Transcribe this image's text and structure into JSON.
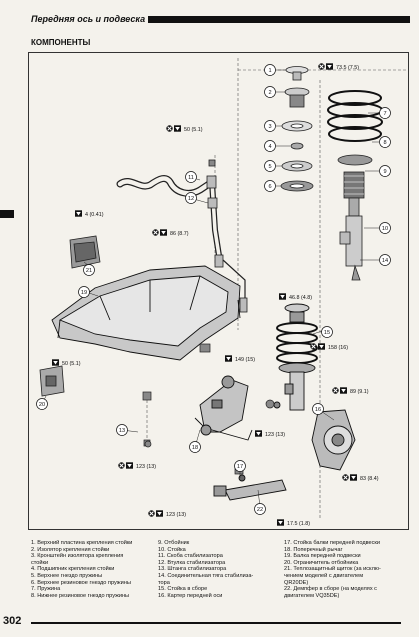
{
  "header": {
    "title": "Передняя ось и подвеска"
  },
  "section": {
    "title": "КОМПОНЕНТЫ"
  },
  "torques": {
    "t1": "73.5 (7.5)",
    "t2": "50 (5.1)",
    "t3": "4 (0.41)",
    "t4": "86 (8.7)",
    "t5": "46.8 (4.8)",
    "t6": "158 (16)",
    "t7": "50 (5.1)",
    "t8": "149 (15)",
    "t9": "89 (9.1)",
    "t10": "123 (13)",
    "t11": "123 (13)",
    "t12": "83 (8.4)",
    "t13": "123 (13)",
    "t14": "17.5 (1.8)"
  },
  "callouts": {
    "c1": "1",
    "c2": "2",
    "c3": "3",
    "c4": "4",
    "c5": "5",
    "c6": "6",
    "c7": "7",
    "c8": "8",
    "c9": "9",
    "c10": "10",
    "c11": "11",
    "c12": "12",
    "c13": "13",
    "c14": "14",
    "c15": "15",
    "c16": "16",
    "c17": "17",
    "c18": "18",
    "c19": "19",
    "c20": "20",
    "c21": "21",
    "c22": "22"
  },
  "legend": {
    "col1": [
      "1.   Верхний пластина крепления стойки",
      "2.   Изолятор крепления стойки",
      "3.   Кронштейн изолятора крепления",
      "      стойки",
      "4.   Подшипник крепления стойки",
      "5.   Верхнее гнездо пружины",
      "6.   Верхнее резиновое гнездо пружины",
      "7.   Пружина",
      "8.   Нижнее резиновое гнездо пружины"
    ],
    "col2": [
      "9.   Отбойник",
      "10. Стойка",
      "11. Скоба стабилизатора",
      "12. Втулка стабилизатора",
      "13. Штанга стабилизатора",
      "14. Соединительная тяга стабилиза-",
      "      тора",
      "15. Стойка в сборе",
      "16. Картер передней оси"
    ],
    "col3": [
      "17. Стойка балки передней подвески",
      "18. Поперечный рычаг",
      "19. Балка передней подвески",
      "20. Ограничитель отбойника",
      "21. Теплозащитный щиток (за исклю-",
      "      чением моделей с двигателем",
      "      QR20DE)",
      "22. Демпфер в сборе (на моделях с",
      "      двигателем VQ35DE)"
    ]
  },
  "page": {
    "number": "302"
  }
}
